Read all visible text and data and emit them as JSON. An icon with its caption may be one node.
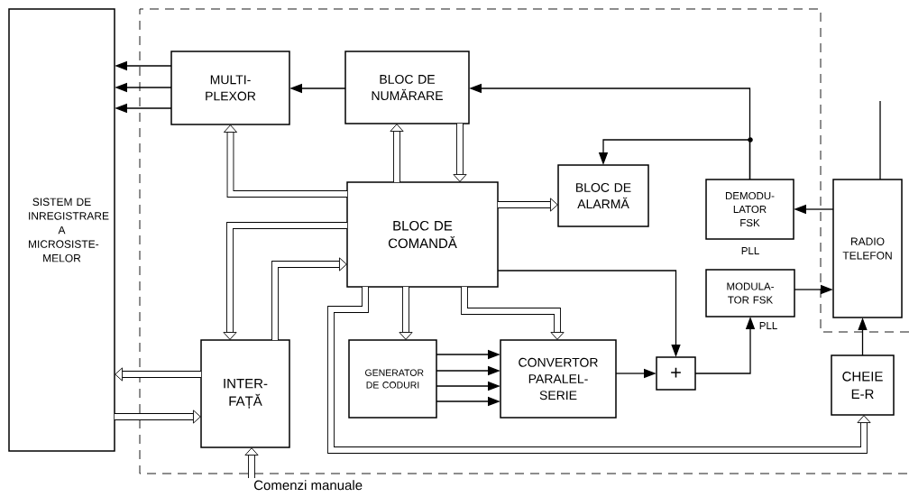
{
  "diagram": {
    "nodes": [
      {
        "text": [
          "SISTEM DE INREGISTRARE A MICROSISTE- MELOR"
        ]
      },
      {
        "text": [
          "MULTI- PLEXOR"
        ]
      },
      {
        "text": [
          "BLOC DE NUMĂRARE"
        ]
      },
      {
        "text": [
          "BLOC DE COMANDĂ"
        ]
      },
      {
        "text": [
          "BLOC DE ALARMĂ"
        ]
      },
      {
        "text": [
          "DEMODU- LATOR FSK"
        ],
        "beside": [
          "PLL"
        ]
      },
      {
        "text": [
          "RADIO TELEFON"
        ]
      },
      {
        "text": [
          "MODULA- TOR FSK"
        ],
        "beside": [
          "PLL"
        ]
      },
      {
        "text": [
          "INTER- FAȚĂ"
        ]
      },
      {
        "text": [
          "GENERATOR DE CODURI"
        ]
      },
      {
        "text": [
          "CONVERTOR PARALEL- SERIE"
        ]
      },
      {
        "text": [
          "+"
        ]
      },
      {
        "text": [
          "CHEIE E-R"
        ]
      },
      {
        "text": [
          "Comenzi manuale"
        ]
      }
    ],
    "edges": [
      {
        "from": 1,
        "to": 0,
        "arrow": "to"
      },
      {
        "from": 1,
        "to": 0,
        "arrow": "to"
      },
      {
        "from": 1,
        "to": 0,
        "arrow": "to"
      },
      {
        "from": 2,
        "to": 1,
        "arrow": "to"
      },
      {
        "from": 5,
        "to": 2,
        "arrow": "to"
      },
      {
        "from": 5,
        "to": 4,
        "arrow": "to"
      },
      {
        "from": 3,
        "to": 1,
        "arrow": "to",
        "style": "thick"
      },
      {
        "from": 3,
        "to": 2,
        "arrow": "to",
        "style": "thick"
      },
      {
        "from": 2,
        "to": 3,
        "arrow": "to",
        "style": "thick"
      },
      {
        "from": 3,
        "to": 4,
        "arrow": "to",
        "style": "thick"
      },
      {
        "from": 6,
        "to": 5,
        "arrow": "to"
      },
      {
        "from": 7,
        "to": 6,
        "arrow": "to"
      },
      {
        "from": 12,
        "to": 6,
        "arrow": "to"
      },
      {
        "from": 3,
        "to": 8,
        "arrow": "to",
        "style": "thick"
      },
      {
        "from": 8,
        "to": 3,
        "arrow": "to",
        "style": "thick"
      },
      {
        "from": 8,
        "to": 0,
        "arrow": "to",
        "style": "thick"
      },
      {
        "from": 0,
        "to": 8,
        "arrow": "to",
        "style": "thick"
      },
      {
        "from": 13,
        "to": 8,
        "arrow": "to",
        "style": "thick"
      },
      {
        "from": 3,
        "to": 9,
        "arrow": "to",
        "style": "thick"
      },
      {
        "from": 3,
        "to": 10,
        "arrow": "to",
        "style": "thick"
      },
      {
        "from": 9,
        "to": 10,
        "arrow": "to"
      },
      {
        "from": 9,
        "to": 10,
        "arrow": "to"
      },
      {
        "from": 9,
        "to": 10,
        "arrow": "to"
      },
      {
        "from": 9,
        "to": 10,
        "arrow": "to"
      },
      {
        "from": 10,
        "to": 11,
        "arrow": "to"
      },
      {
        "from": 3,
        "to": 11,
        "arrow": "to"
      },
      {
        "from": 11,
        "to": 7,
        "arrow": "to"
      },
      {
        "from": 3,
        "to": 12,
        "arrow": "to",
        "style": "thick"
      }
    ]
  }
}
